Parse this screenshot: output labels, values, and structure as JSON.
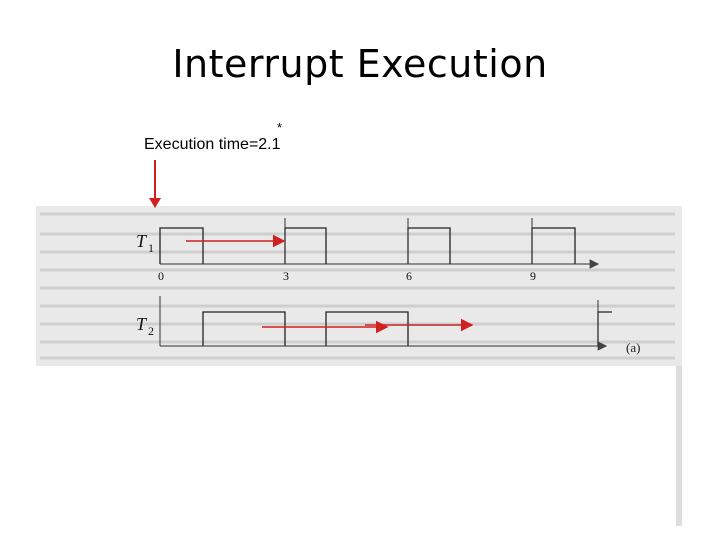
{
  "title": "Interrupt Execution",
  "annotation": {
    "marker": "*",
    "text": "Execution time=2.1",
    "arrow_color": "#c0392b",
    "arrow_down_color": "#c0392b"
  },
  "diagram": {
    "tasks": [
      {
        "name": "T",
        "subscript": "1"
      },
      {
        "name": "T",
        "subscript": "2"
      }
    ],
    "time_ticks": [
      "0",
      "3",
      "6",
      "9"
    ],
    "part_label": "(a)"
  }
}
